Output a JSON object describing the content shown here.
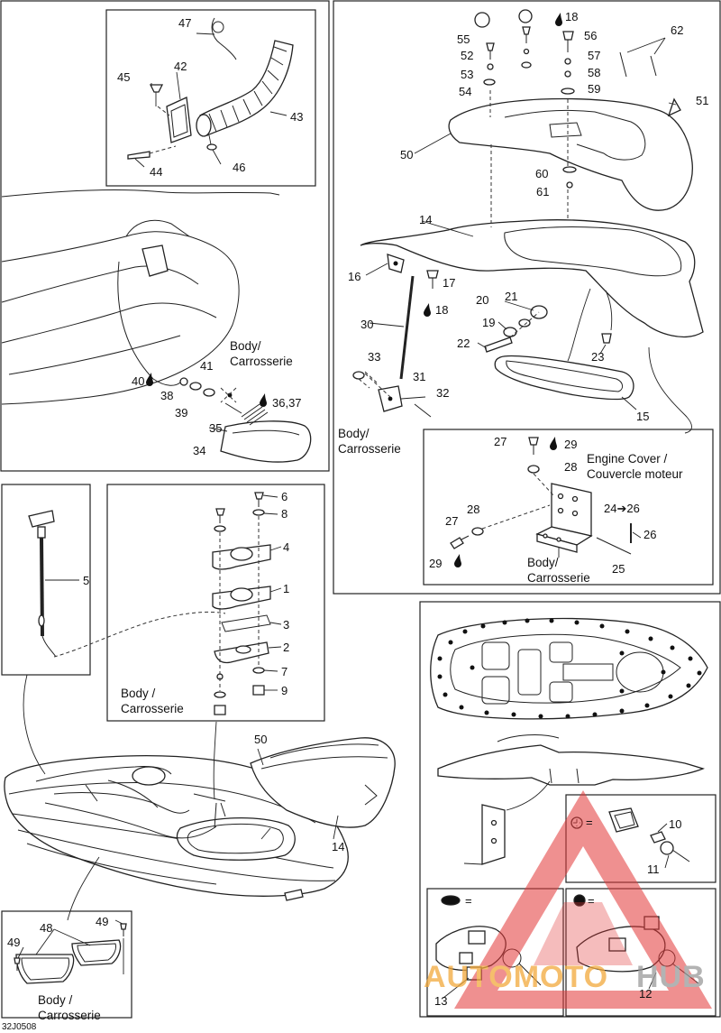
{
  "diagram_code": "32J0508",
  "watermark": {
    "brand_a": "AUTOMOTO",
    "brand_b": "HUB",
    "color_a": "#f2a93b",
    "color_b": "#9a9a9a",
    "triangle_color": "#e23a3a"
  },
  "labels": {
    "body_carrosserie_a": "Body/",
    "body_carrosserie_b": "Carrosserie",
    "body_slash": "Body /",
    "engine_cover_a": "Engine Cover /",
    "engine_cover_b": "Couvercle moteur",
    "ref_24_26": "24➔26",
    "ref_36_37": "36,37"
  },
  "parts": {
    "p1": "1",
    "p2": "2",
    "p3": "3",
    "p4": "4",
    "p5": "5",
    "p6": "6",
    "p7": "7",
    "p8": "8",
    "p9": "9",
    "p10": "10",
    "p11": "11",
    "p12": "12",
    "p13": "13",
    "p14": "14",
    "p15": "15",
    "p16": "16",
    "p17": "17",
    "p18": "18",
    "p19": "19",
    "p20": "20",
    "p21": "21",
    "p22": "22",
    "p23": "23",
    "p25": "25",
    "p26": "26",
    "p27": "27",
    "p28": "28",
    "p29": "29",
    "p30": "30",
    "p31": "31",
    "p32": "32",
    "p33": "33",
    "p34": "34",
    "p35": "35",
    "p38": "38",
    "p39": "39",
    "p40": "40",
    "p41": "41",
    "p42": "42",
    "p43": "43",
    "p44": "44",
    "p45": "45",
    "p46": "46",
    "p47": "47",
    "p48": "48",
    "p49": "49",
    "p50": "50",
    "p51": "51",
    "p52": "52",
    "p53": "53",
    "p54": "54",
    "p55": "55",
    "p56": "56",
    "p57": "57",
    "p58": "58",
    "p59": "59",
    "p60": "60",
    "p61": "61",
    "p62": "62"
  },
  "symbols": {
    "equals": "="
  },
  "icons": [
    "glue-drop-icon",
    "watermark-triangle-icon"
  ]
}
